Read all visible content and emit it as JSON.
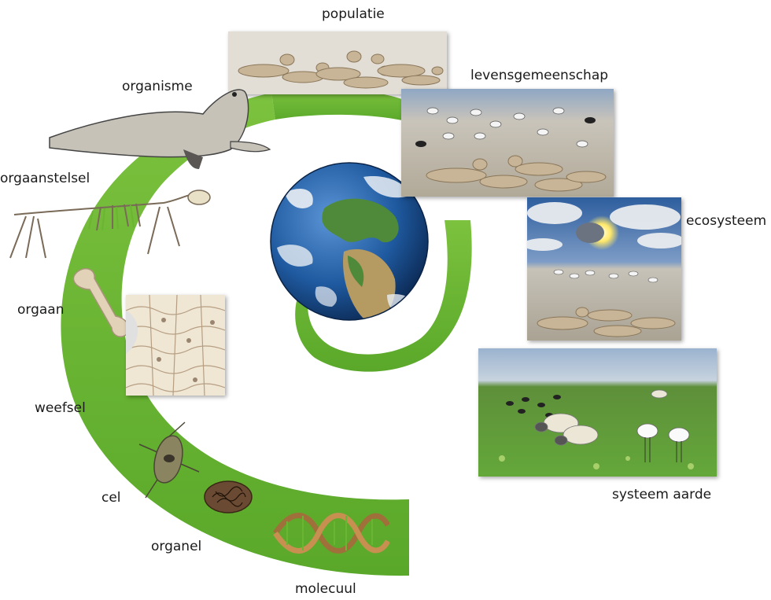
{
  "diagram": {
    "levels": [
      {
        "id": "molecuul",
        "label": "molecuul"
      },
      {
        "id": "organel",
        "label": "organel"
      },
      {
        "id": "cel",
        "label": "cel"
      },
      {
        "id": "weefsel",
        "label": "weefsel"
      },
      {
        "id": "orgaan",
        "label": "orgaan"
      },
      {
        "id": "orgaanstelsel",
        "label": "orgaanstelsel"
      },
      {
        "id": "organisme",
        "label": "organisme"
      },
      {
        "id": "populatie",
        "label": "populatie"
      },
      {
        "id": "levensgemeenschap",
        "label": "levensgemeenschap"
      },
      {
        "id": "ecosysteem",
        "label": "ecosysteem"
      },
      {
        "id": "systeem-aarde",
        "label": "systeem aarde"
      }
    ],
    "colors": {
      "spiral": "#6ab531",
      "spiral_dark": "#4f9a22",
      "ocean": "#1f5aa0",
      "land": "#4e8a3a",
      "sand": "#b9b2a5",
      "sky": "#5f86b8",
      "meadow": "#5ea23a",
      "seal": "#c8b497"
    }
  }
}
